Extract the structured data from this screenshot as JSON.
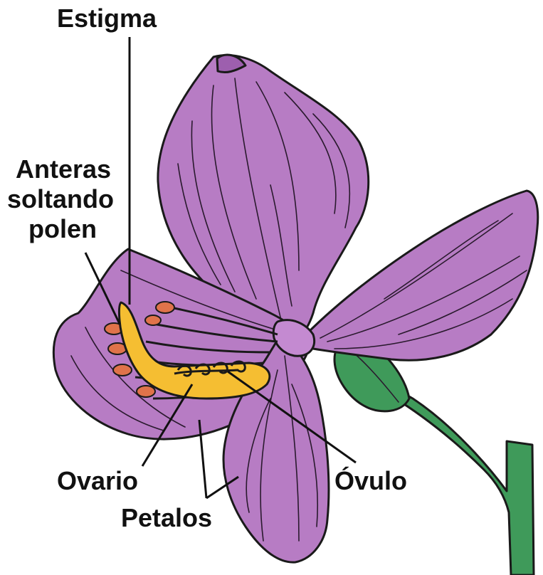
{
  "labels": {
    "estigma": "Estigma",
    "anteras_line1": "Anteras",
    "anteras_line2": "soltando",
    "anteras_line3": "polen",
    "ovario": "Ovario",
    "ovulo": "Óvulo",
    "petalos": "Petalos"
  },
  "colors": {
    "petal": "#b77cc4",
    "petal_dark": "#9d5fae",
    "stem": "#3f9a5a",
    "stigma": "#f5be32",
    "anther": "#e0734a",
    "outline": "#1a1a1a",
    "background": "#ffffff"
  }
}
